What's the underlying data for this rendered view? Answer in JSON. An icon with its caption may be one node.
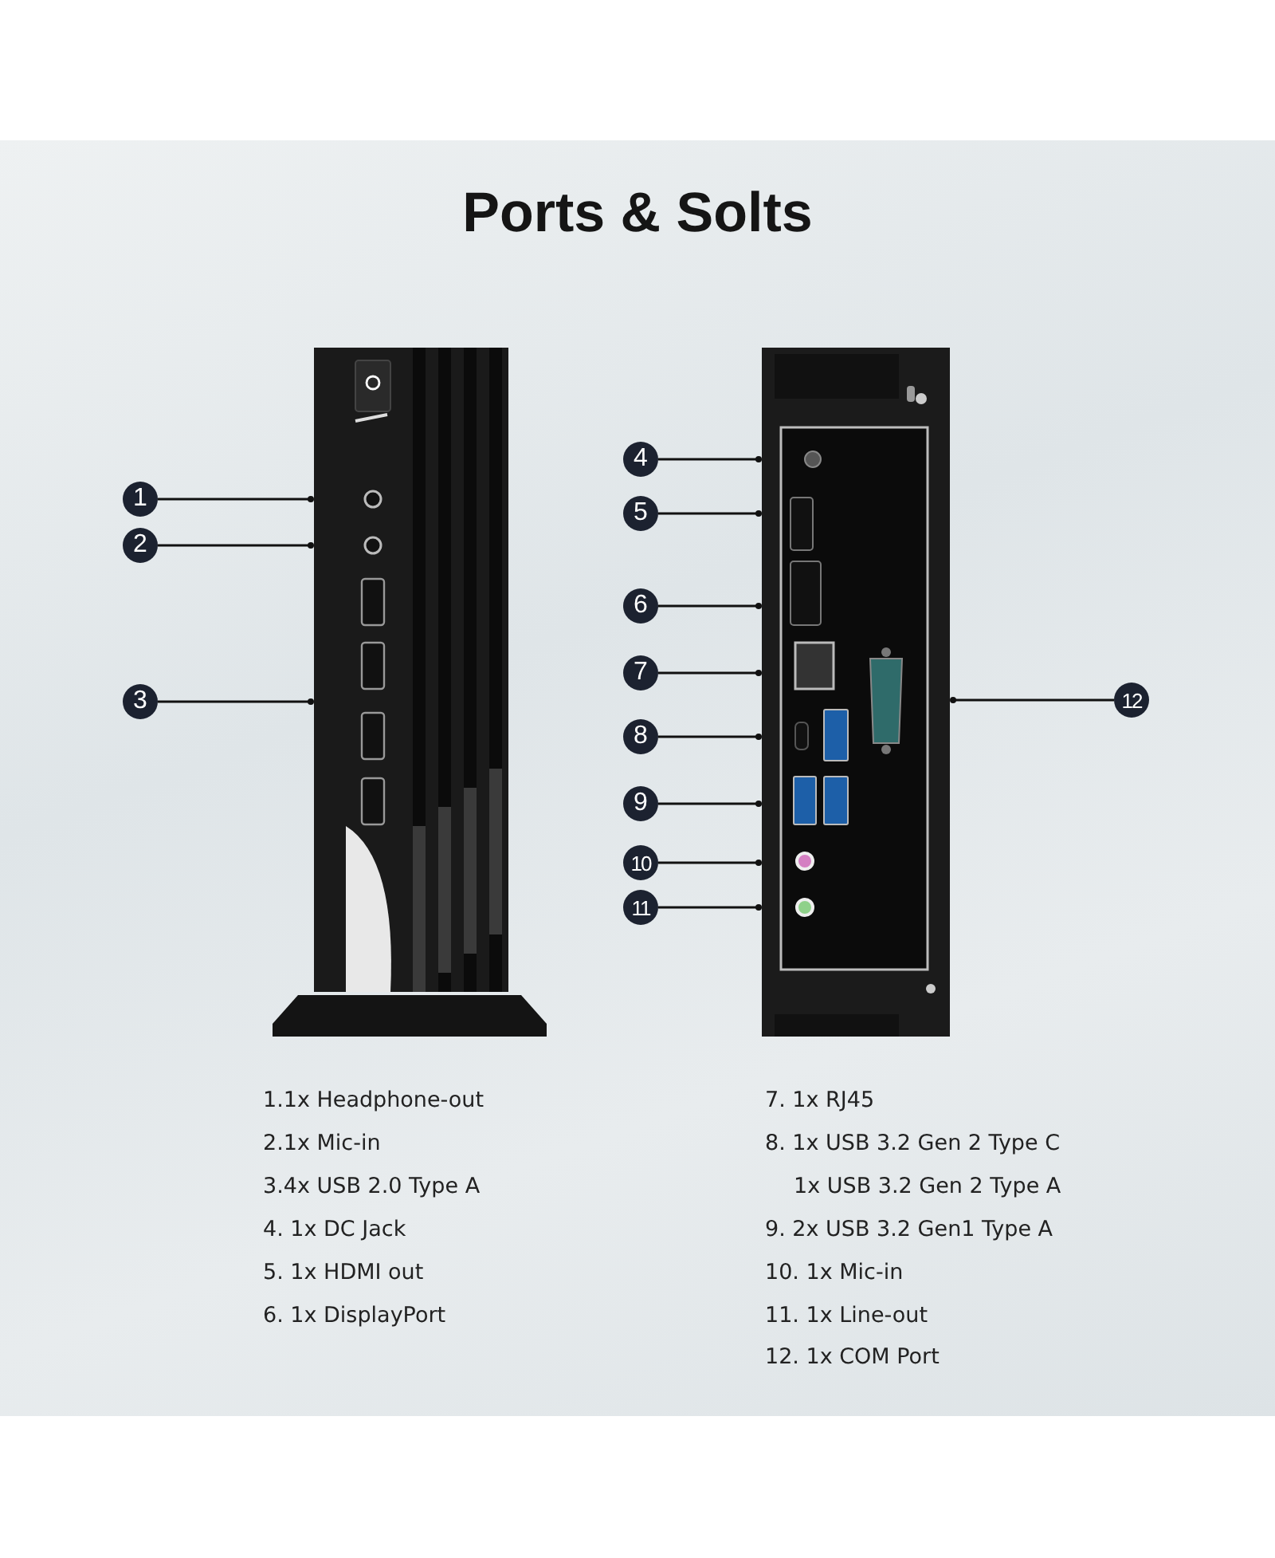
{
  "diagram": {
    "title": "Ports & Solts",
    "nodes": [
      {
        "text": [
          "1"
        ]
      },
      {
        "text": [
          "2"
        ]
      },
      {
        "text": [
          "3"
        ]
      },
      {
        "text": [
          "4"
        ]
      },
      {
        "text": [
          "5"
        ]
      },
      {
        "text": [
          "6"
        ]
      },
      {
        "text": [
          "7"
        ]
      },
      {
        "text": [
          "8"
        ]
      },
      {
        "text": [
          "9"
        ]
      },
      {
        "text": [
          "10"
        ]
      },
      {
        "text": [
          "11"
        ]
      },
      {
        "text": [
          "12"
        ]
      },
      {
        "text": [],
        "shape": "picture"
      },
      {
        "text": [],
        "shape": "picture"
      }
    ],
    "edges": [
      {
        "from": 0,
        "to": 12,
        "arrow": "other"
      },
      {
        "from": 1,
        "to": 12,
        "arrow": "other"
      },
      {
        "from": 2,
        "to": 12,
        "arrow": "other"
      },
      {
        "from": 3,
        "to": 13,
        "arrow": "other"
      },
      {
        "from": 4,
        "to": 13,
        "arrow": "other"
      },
      {
        "from": 5,
        "to": 13,
        "arrow": "other"
      },
      {
        "from": 6,
        "to": 13,
        "arrow": "other"
      },
      {
        "from": 7,
        "to": 13,
        "arrow": "other"
      },
      {
        "from": 8,
        "to": 13,
        "arrow": "other"
      },
      {
        "from": 9,
        "to": 13,
        "arrow": "other"
      },
      {
        "from": 10,
        "to": 13,
        "arrow": "other"
      },
      {
        "from": 11,
        "to": 13,
        "arrow": "other"
      }
    ],
    "labels": [
      "1.1x Headphone-out",
      "2.1x Mic-in",
      "3.4x USB 2.0 Type A",
      "4. 1x DC Jack",
      "5. 1x HDMI out",
      "6. 1x DisplayPort",
      "7. 1x RJ45",
      "8. 1x USB 3.2 Gen 2 Type C",
      "1x USB 3.2 Gen 2 Type A",
      "9. 2x USB 3.2 Gen1 Type A",
      "10. 1x Mic-in",
      "11. 1x Line-out",
      "12. 1x COM Port"
    ]
  }
}
